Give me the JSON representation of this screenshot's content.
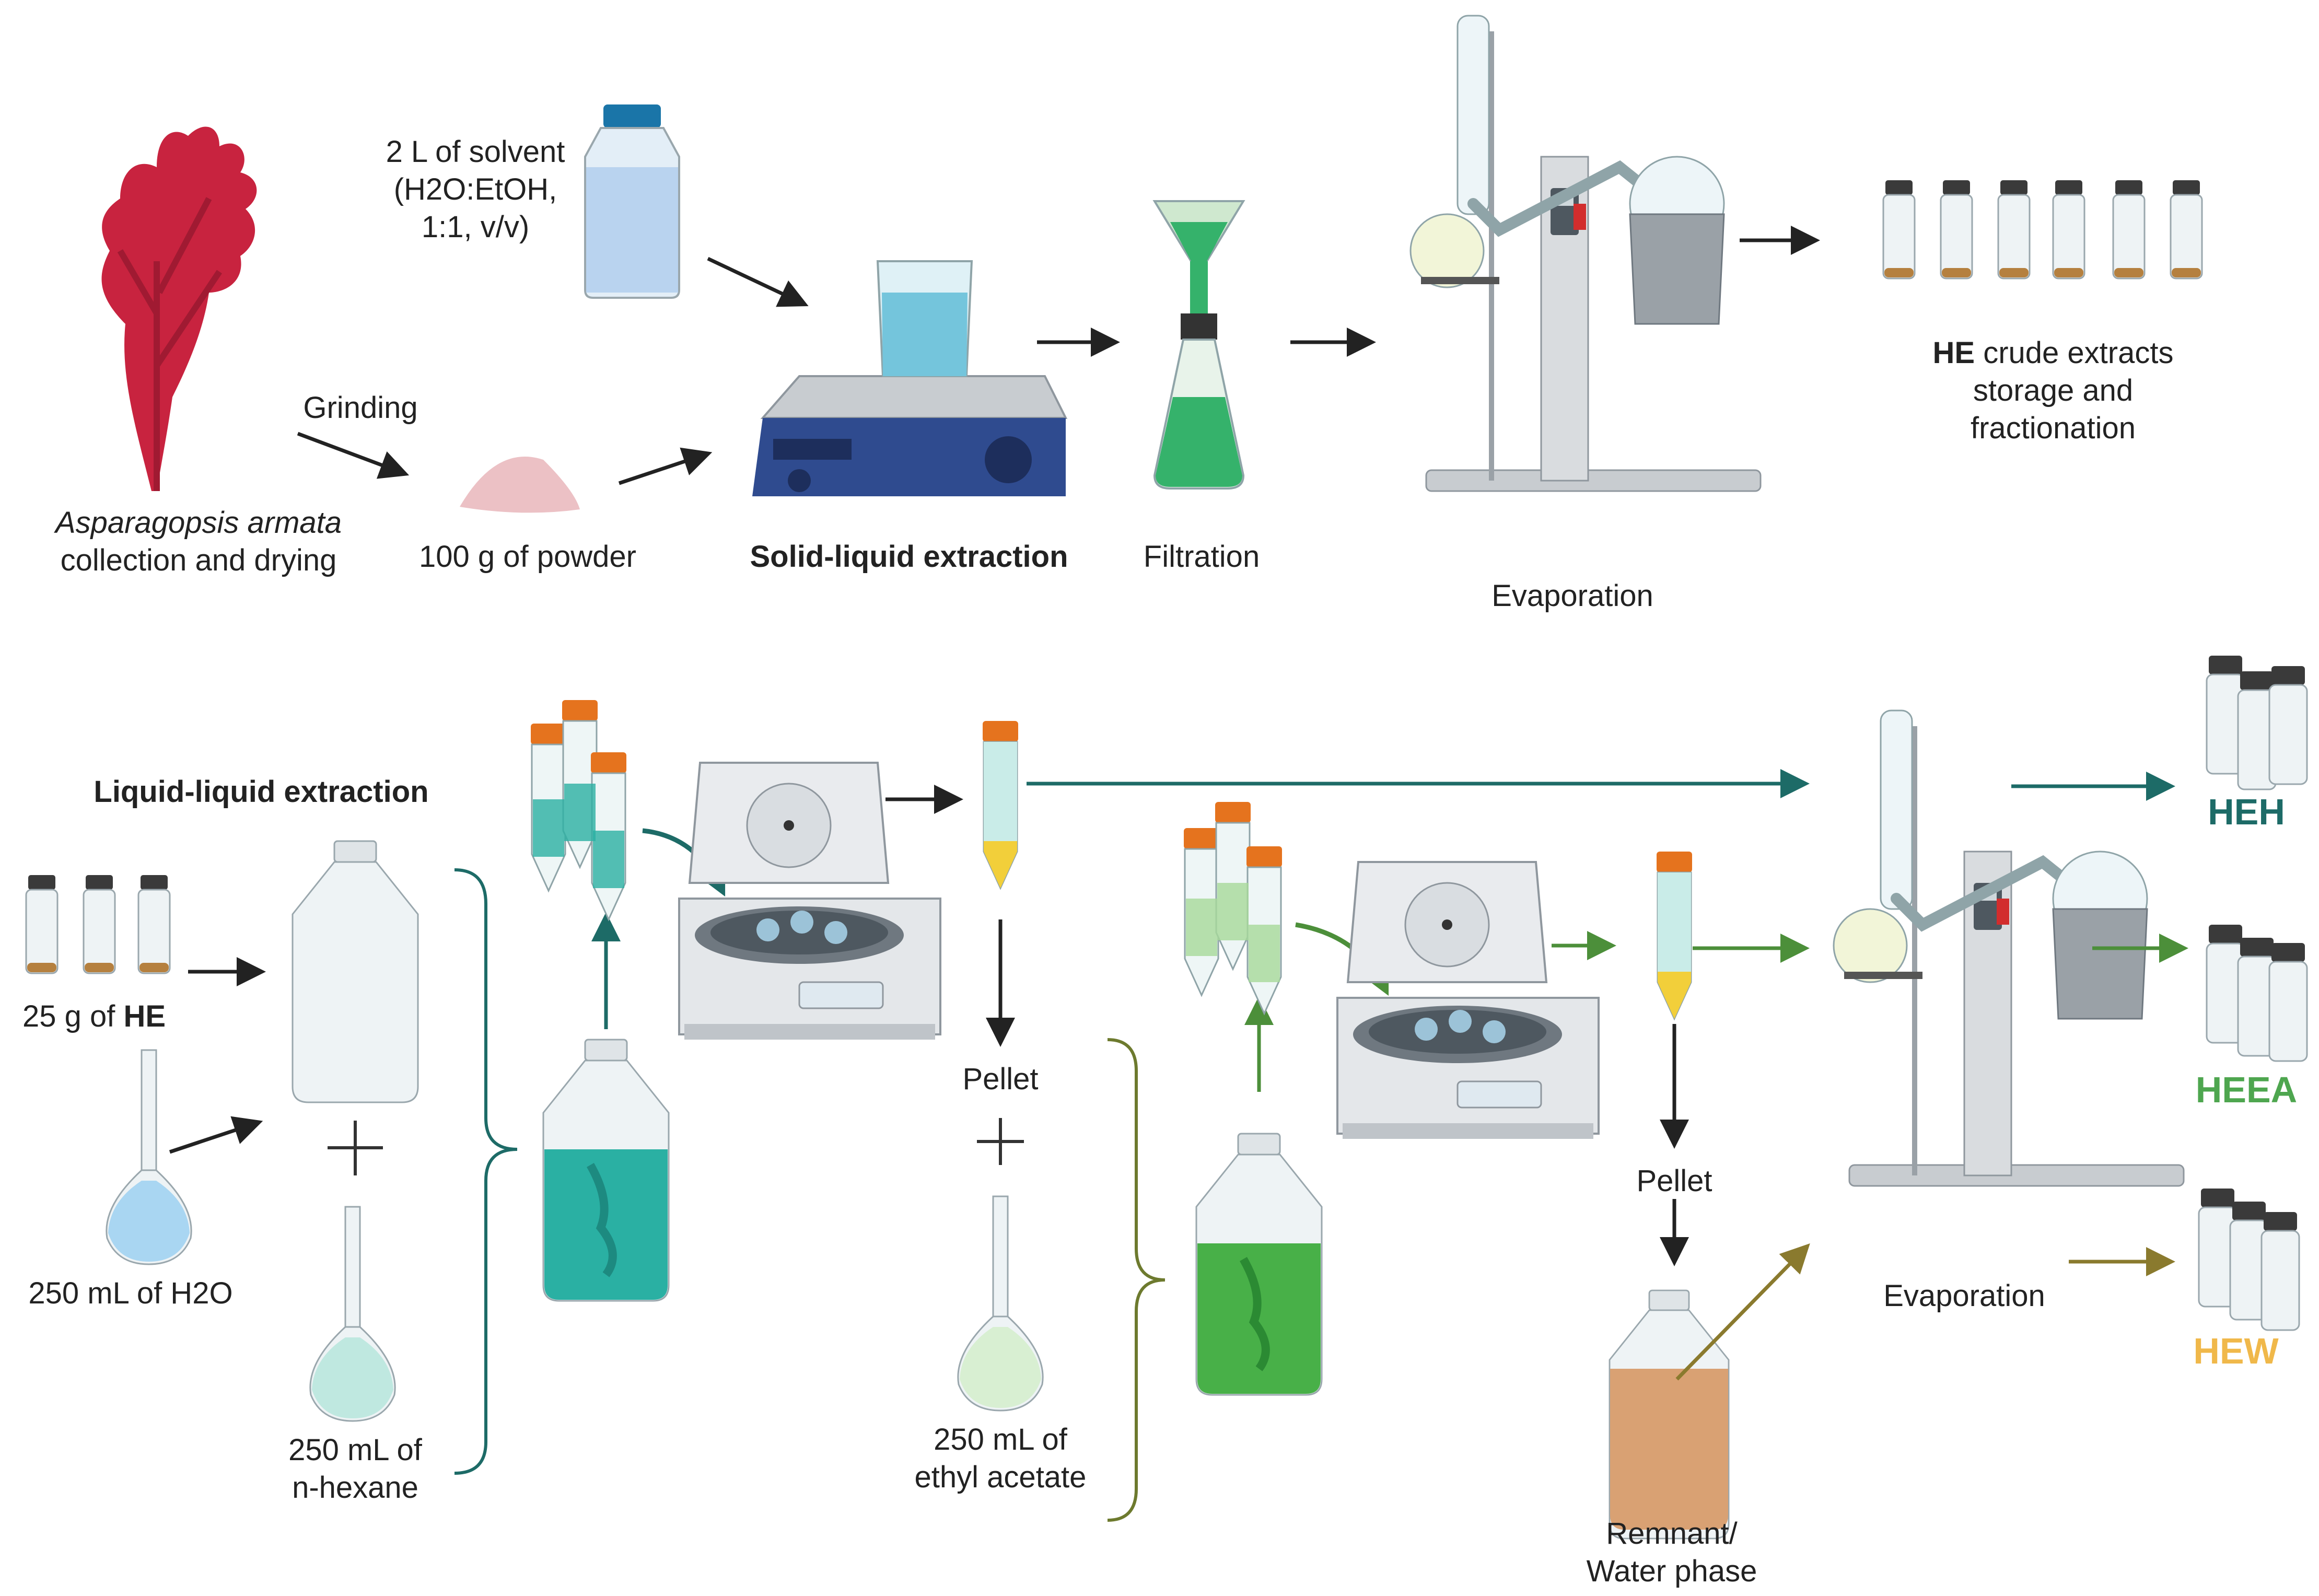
{
  "top_row": {
    "seaweed": {
      "name": "Asparagopsis armata",
      "caption": "collection and drying"
    },
    "grinding": "Grinding",
    "powder": "100 g of powder",
    "solvent": {
      "line1": "2 L of solvent",
      "line2": "(H2O:EtOH,",
      "line3": "1:1, v/v)"
    },
    "solid_liquid": "Solid-liquid extraction",
    "filtration": "Filtration",
    "evaporation": "Evaporation",
    "he_extracts": {
      "bold": "HE",
      "line1_rest": " crude extracts",
      "line2": "storage and",
      "line3": "fractionation"
    }
  },
  "bottom_row": {
    "title": "Liquid-liquid extraction",
    "he_input": {
      "prefix": "25 g of ",
      "bold": "HE"
    },
    "water": "250 mL of H2O",
    "hexane": {
      "line1": "250 mL of",
      "line2": "n-hexane"
    },
    "pellet_1": "Pellet",
    "ethyl_acetate": {
      "line1": "250 mL of",
      "line2": "ethyl acetate"
    },
    "pellet_2": "Pellet",
    "remnant": {
      "line1": "Remnant/",
      "line2": "Water phase"
    },
    "evaporation": "Evaporation"
  },
  "products": [
    {
      "label": "HEH",
      "color": "#1d6b67"
    },
    {
      "label": "HEEA",
      "color": "#4ea64f"
    },
    {
      "label": "HEW",
      "color": "#f0b84a"
    }
  ],
  "colors": {
    "seaweed": "#c8233f",
    "teal": "#1d6b67",
    "green": "#4c8f3a",
    "olive": "#8a7a2e",
    "cap": "#e5731e",
    "flask_pink": "#f06b78",
    "hexane_fill": "#2ab0a3",
    "ea_fill": "#48b048",
    "remnant_fill": "#d9a173"
  }
}
